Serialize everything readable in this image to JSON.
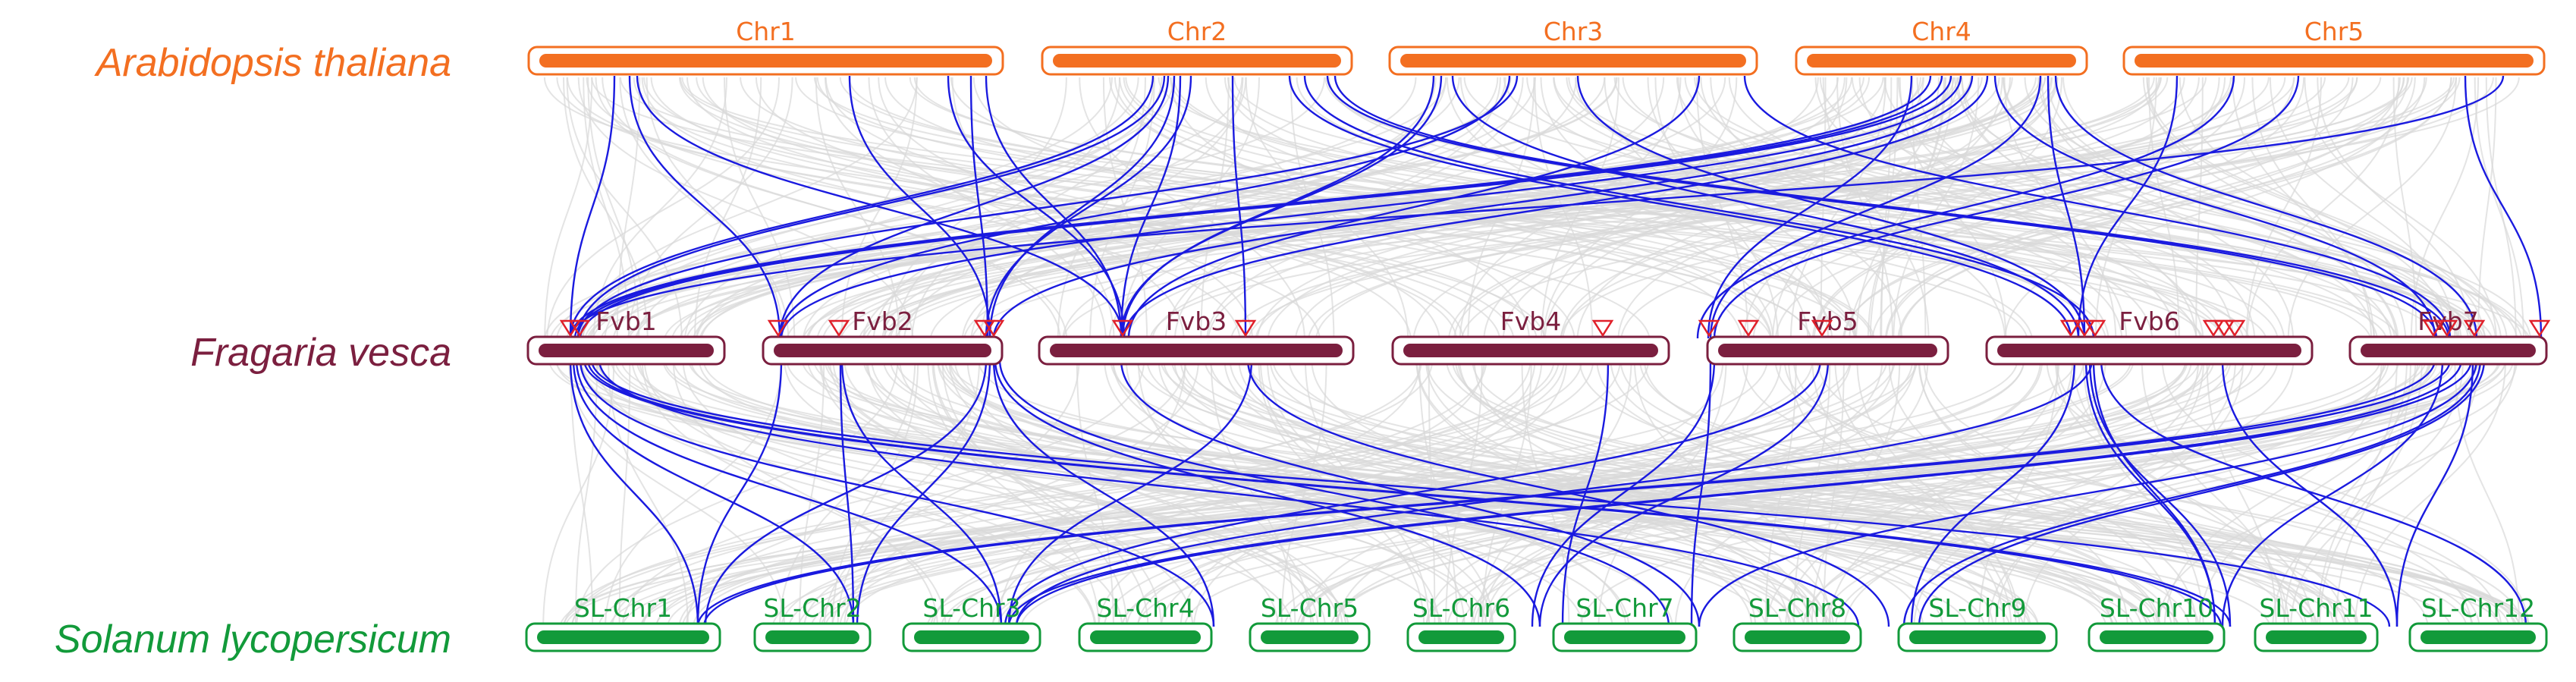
{
  "species": [
    {
      "name": "Arabidopsis thaliana",
      "color": "#f36f21"
    },
    {
      "name": "Fragaria vesca",
      "color": "#7b1f3f"
    },
    {
      "name": "Solanum lycopersicum",
      "color": "#129a3a"
    }
  ],
  "tracks": {
    "arabidopsis": [
      "Chr1",
      "Chr2",
      "Chr3",
      "Chr4",
      "Chr5"
    ],
    "fragaria": [
      "Fvb1",
      "Fvb2",
      "Fvb3",
      "Fvb4",
      "Fvb5",
      "Fvb6",
      "Fvb7"
    ],
    "solanum": [
      "SL-Chr1",
      "SL-Chr2",
      "SL-Chr3",
      "SL-Chr4",
      "SL-Chr5",
      "SL-Chr6",
      "SL-Chr7",
      "SL-Chr8",
      "SL-Chr9",
      "SL-Chr10",
      "SL-Chr11",
      "SL-Chr12"
    ]
  },
  "colors": {
    "highlight_links": "#1a1adf",
    "background_links": "#d9d9d9",
    "gene_marker": "#e0202a"
  }
}
